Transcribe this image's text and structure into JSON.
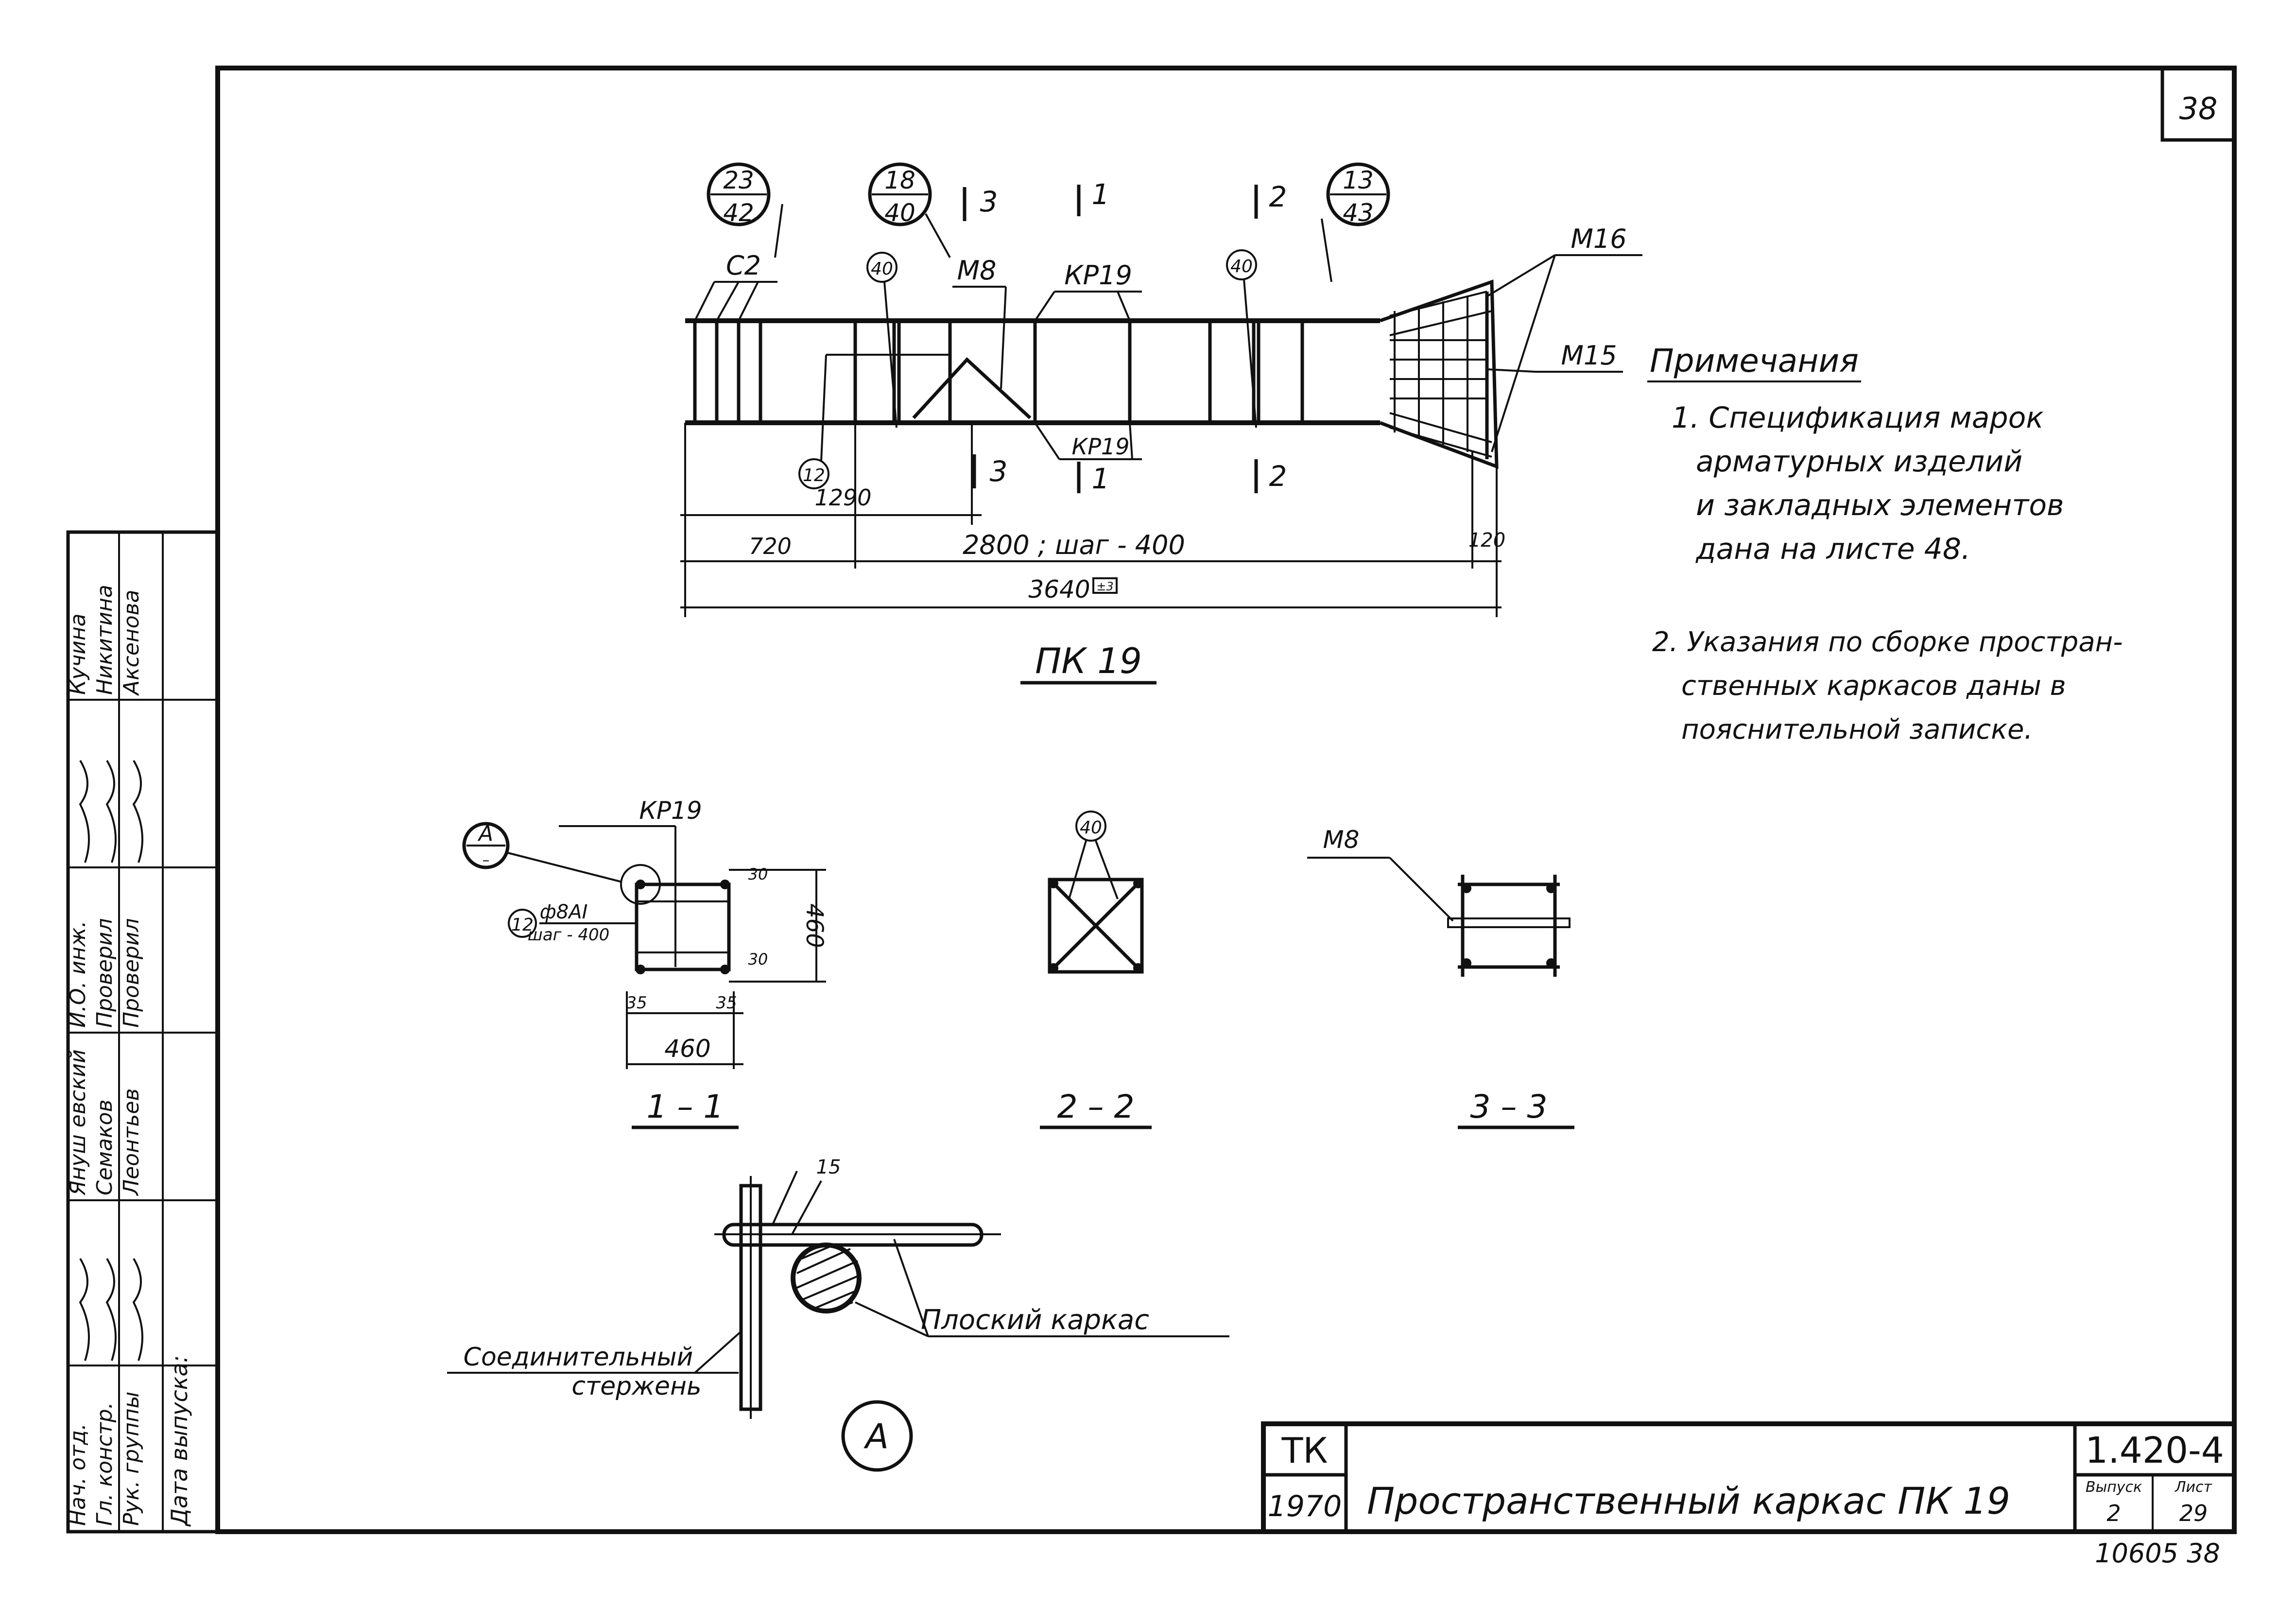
{
  "sheet": {
    "page_number": "38",
    "bottom_number": "10605 38"
  },
  "main_drawing": {
    "title": "ПК 19",
    "callouts": [
      {
        "top": "23",
        "bottom": "42"
      },
      {
        "top": "18",
        "bottom": "40"
      },
      {
        "top": "13",
        "bottom": "43"
      }
    ],
    "labels": {
      "c2": "С2",
      "m8": "М8",
      "kr19_top": "КР19",
      "kr19_bottom": "КР19",
      "m16": "М16",
      "m15": "М15",
      "pos40a": "40",
      "pos40b": "40",
      "pos12": "12",
      "sec3_top": "3",
      "sec3_bottom": "3",
      "sec1_top": "1",
      "sec1_bottom": "1",
      "sec2_top": "2",
      "sec2_bottom": "2"
    },
    "dimensions": {
      "d1290": "1290",
      "d720": "720",
      "d2800": "2800 ; шаг - 400",
      "d120": "120",
      "d3640": "3640",
      "tol": "±3"
    }
  },
  "notes": {
    "heading": "Примечания",
    "lines": [
      "1. Спецификация марок",
      "арматурных изделий",
      "и закладных элементов",
      "дана на листе 48.",
      "2. Указания по сборке простран-",
      "ственных каркасов даны в",
      "пояснительной записке."
    ]
  },
  "section_1_1": {
    "title": "1 – 1",
    "kr19": "КР19",
    "node_a": "А",
    "node_a_sub": "–",
    "pos12": "12",
    "bar": "ф8АI",
    "step": "шаг - 400",
    "d30a": "30",
    "d30b": "30",
    "d460v": "460",
    "d35a": "35",
    "d35b": "35",
    "d460h": "460"
  },
  "section_2_2": {
    "title": "2 – 2",
    "pos40": "40"
  },
  "section_3_3": {
    "title": "3 – 3",
    "m8": "М8"
  },
  "detail_a": {
    "label": "А",
    "dim15": "15",
    "flat_frame": "Плоский каркас",
    "connecting_rod_1": "Соединительный",
    "connecting_rod_2": "стержень"
  },
  "side_stamp": {
    "row_roles": [
      "Нач. отд.",
      "Гл. констр.",
      "Рук. группы"
    ],
    "row_names": [
      "Януш евский",
      "Семаков",
      "Леонтьев"
    ],
    "col2_roles": [
      "И.О. инж.",
      "Проверил",
      "Проверил"
    ],
    "col2_names": [
      "Кучина",
      "Никитина",
      "Аксенова"
    ],
    "release_date": "Дата выпуска:"
  },
  "title_block": {
    "tk": "ТК",
    "year": "1970",
    "title": "Пространственный каркас ПК 19",
    "series": "1.420-4",
    "issue_label": "Выпуск",
    "issue_value": "2",
    "sheet_label": "Лист",
    "sheet_value": "29"
  }
}
